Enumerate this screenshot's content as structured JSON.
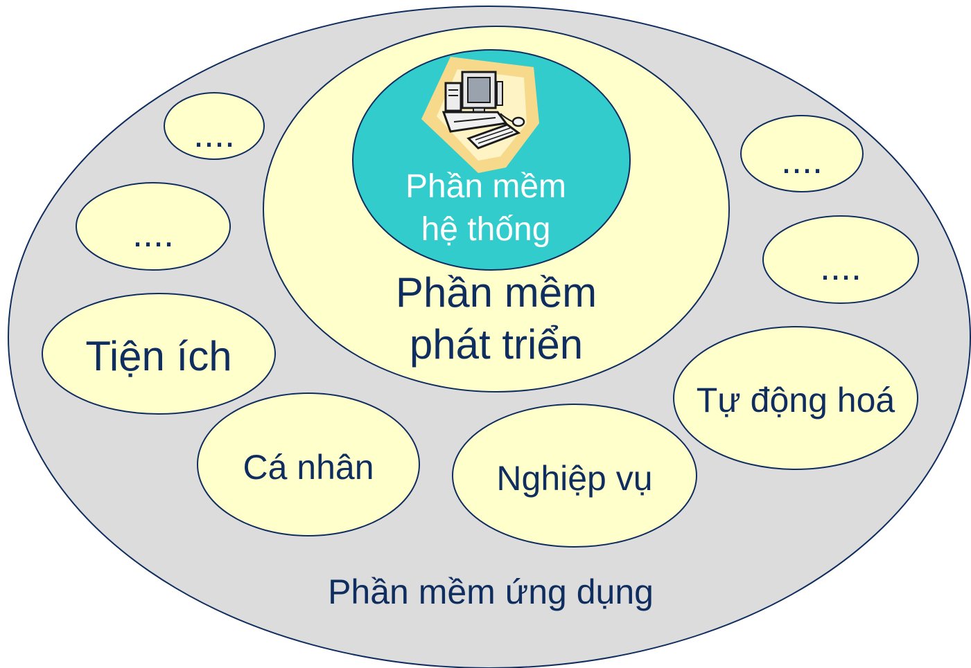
{
  "outer": {
    "label": "Phần mềm ứng dụng"
  },
  "development": {
    "line1": "Phần mềm",
    "line2": "phát triển"
  },
  "system": {
    "line1": "Phần mềm",
    "line2": "hệ thống",
    "icon": "computer-icon"
  },
  "apps": {
    "utility": "Tiện ích",
    "personal": "Cá nhân",
    "business": "Nghiệp vụ",
    "automation": "Tự động hoá",
    "more_top_left": "....",
    "more_mid_left": "....",
    "more_top_right": "....",
    "more_mid_right": "...."
  },
  "colors": {
    "outer_fill": "#dcdcdc",
    "inner_fill": "#ffffcc",
    "system_fill": "#33cccc",
    "outline": "#0f2d5e",
    "text": "#0f2d5e"
  }
}
